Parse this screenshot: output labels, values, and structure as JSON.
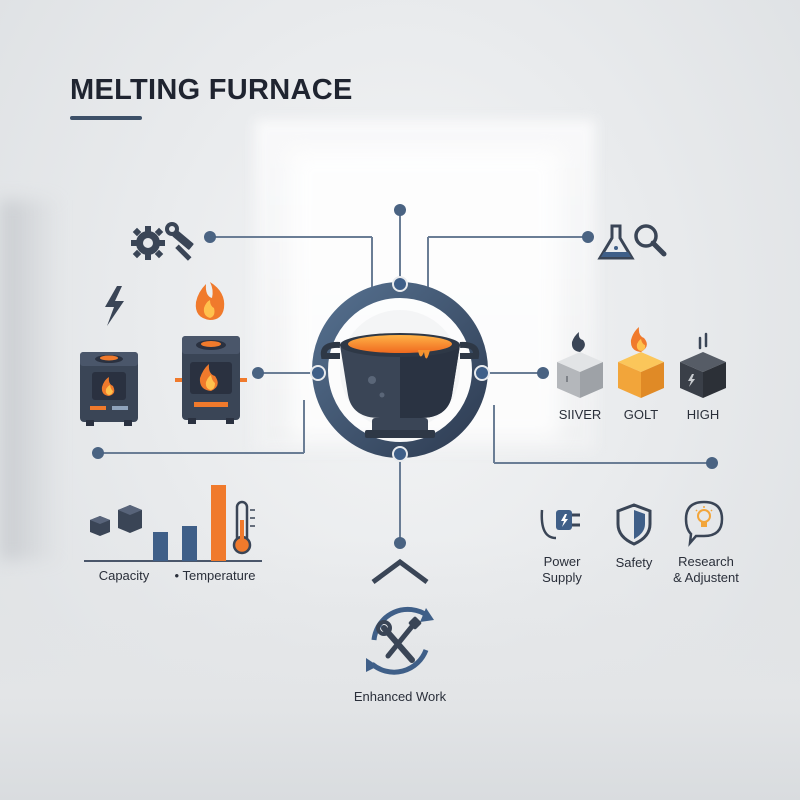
{
  "title": "MELTING FURNACE",
  "colors": {
    "line": "#5b6f88",
    "node": "#4a6382",
    "dark": "#2f3a4c",
    "orange": "#f07a2c",
    "blue": "#3f5f88"
  },
  "icons": {
    "top_left": "gear-wrench-icon",
    "top_right": "flask-magnifier-icon",
    "bolt": "lightning-bolt-icon",
    "flame": "flame-icon",
    "center": "melting-pot-icon",
    "bottom": "tools-cycle-icon"
  },
  "materials": [
    {
      "label": "SIIVER",
      "color": "#b9bcbf",
      "icon": "flame-icon"
    },
    {
      "label": "GOLT",
      "color": "#f2a53a",
      "icon": "flame-icon"
    },
    {
      "label": "HIGH",
      "color": "#3a3f48",
      "icon": "lightning-icon"
    }
  ],
  "metrics": {
    "capacity_label": "Capacity",
    "temperature_label": "• Temperature"
  },
  "features": [
    {
      "label_line1": "Power",
      "label_line2": "Supply",
      "icon": "power-plug-icon"
    },
    {
      "label_line1": "Safety",
      "label_line2": "",
      "icon": "shield-icon"
    },
    {
      "label_line1": "Research",
      "label_line2": "& Adjustent",
      "icon": "lightbulb-chat-icon"
    }
  ],
  "bottom": {
    "label": "Enhanced Work"
  }
}
